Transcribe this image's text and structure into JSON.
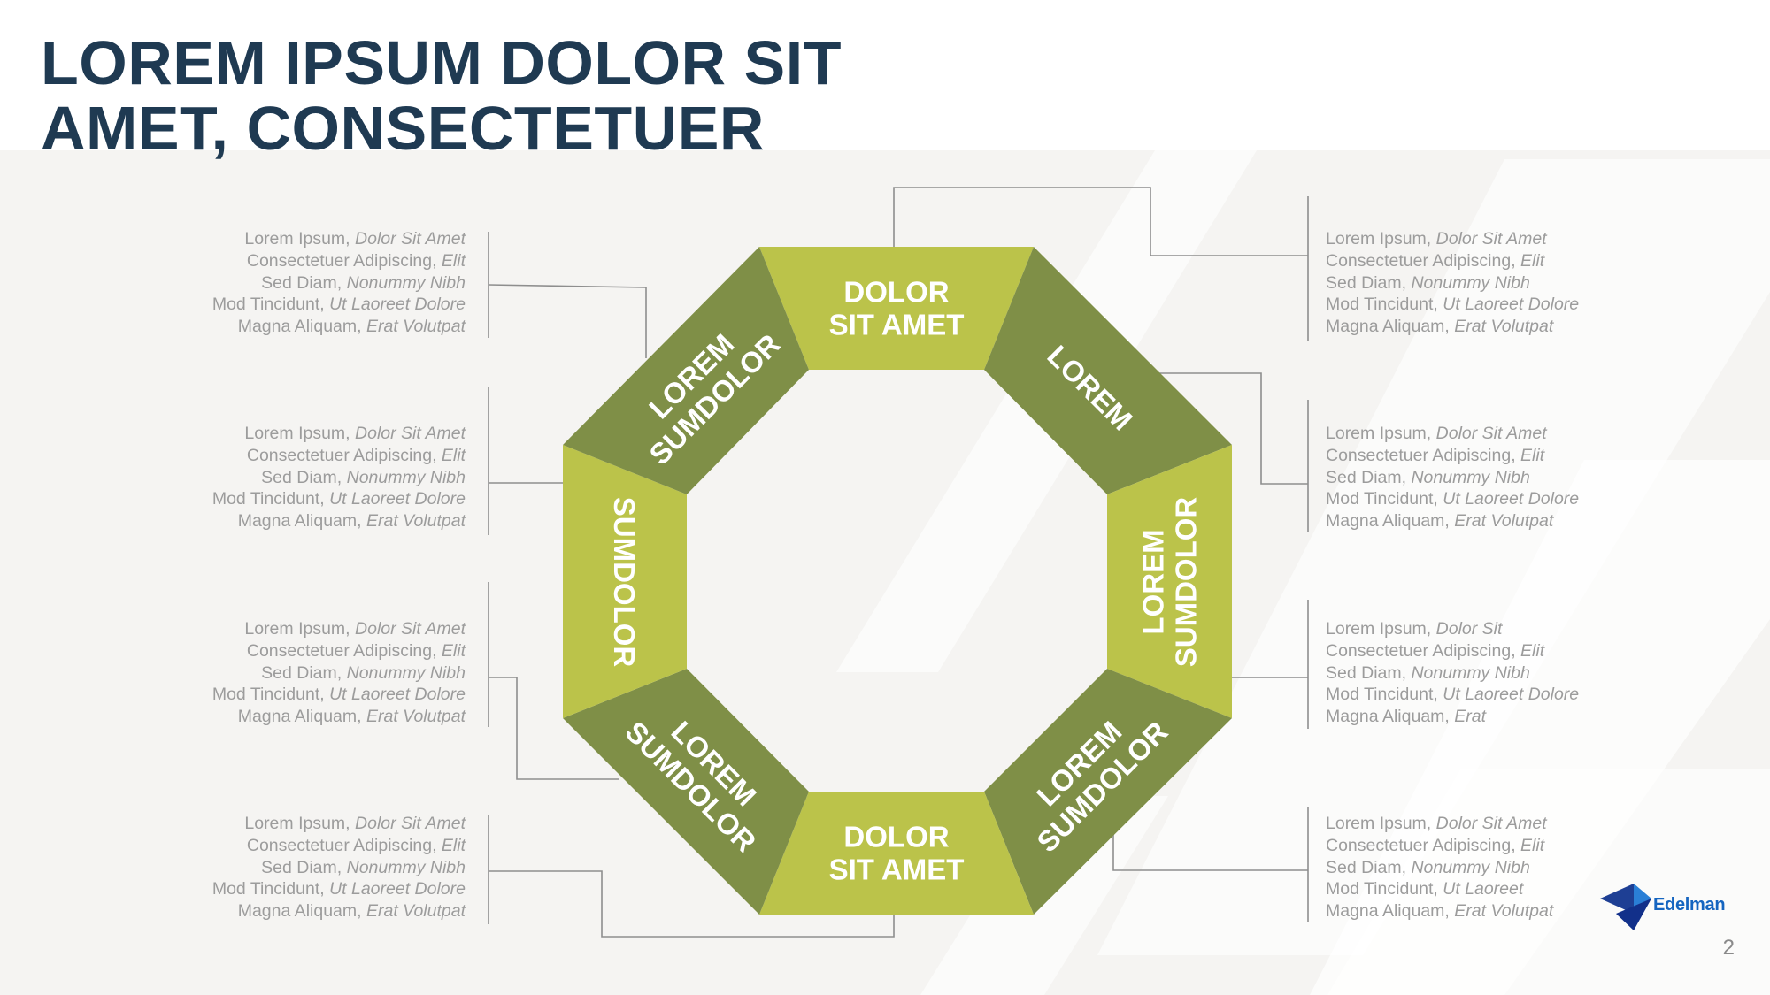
{
  "title": {
    "line1": "LOREM IPSUM DOLOR SIT",
    "line2": "AMET, CONSECTETUER"
  },
  "colors": {
    "title": "#1f3a52",
    "segment_dark": "#7f8f47",
    "segment_light": "#bbc34a",
    "connector": "#8e8e8e",
    "text_gray": "#9c9c9c",
    "background_panel": "#f5f4f2",
    "logo_blue": "#1565c0"
  },
  "octagon": {
    "segments": [
      {
        "id": "top",
        "lines": [
          "DOLOR",
          "SIT AMET"
        ],
        "shade": "light"
      },
      {
        "id": "top-right",
        "lines": [
          "LOREM"
        ],
        "shade": "dark"
      },
      {
        "id": "right",
        "lines": [
          "LOREM",
          "SUMDOLOR"
        ],
        "shade": "light"
      },
      {
        "id": "bottom-right",
        "lines": [
          "LOREM",
          "SUMDOLOR"
        ],
        "shade": "dark"
      },
      {
        "id": "bottom",
        "lines": [
          "DOLOR",
          "SIT AMET"
        ],
        "shade": "light"
      },
      {
        "id": "bottom-left",
        "lines": [
          "LOREM",
          "SUMDOLOR"
        ],
        "shade": "dark"
      },
      {
        "id": "left",
        "lines": [
          "SUMDOLOR"
        ],
        "shade": "light"
      },
      {
        "id": "top-left",
        "lines": [
          "LOREM",
          "SUMDOLOR"
        ],
        "shade": "dark"
      }
    ]
  },
  "left_blocks": [
    {
      "lines": [
        {
          "normal": "Lorem Ipsum, ",
          "italic": "Dolor Sit Amet"
        },
        {
          "normal": "Consectetuer Adipiscing, ",
          "italic": "Elit"
        },
        {
          "normal": "Sed Diam, ",
          "italic": "Nonummy Nibh"
        },
        {
          "normal": "Mod Tincidunt, ",
          "italic": "Ut Laoreet Dolore"
        },
        {
          "normal": "Magna Aliquam, ",
          "italic": "Erat Volutpat"
        }
      ]
    },
    {
      "lines": [
        {
          "normal": "Lorem Ipsum, ",
          "italic": "Dolor Sit Amet"
        },
        {
          "normal": "Consectetuer Adipiscing, ",
          "italic": "Elit"
        },
        {
          "normal": "Sed Diam, ",
          "italic": "Nonummy Nibh"
        },
        {
          "normal": "Mod Tincidunt, ",
          "italic": "Ut Laoreet Dolore"
        },
        {
          "normal": "Magna Aliquam, ",
          "italic": "Erat Volutpat"
        }
      ]
    },
    {
      "lines": [
        {
          "normal": "Lorem Ipsum, ",
          "italic": "Dolor Sit Amet"
        },
        {
          "normal": "Consectetuer Adipiscing, ",
          "italic": "Elit"
        },
        {
          "normal": "Sed Diam, ",
          "italic": "Nonummy Nibh"
        },
        {
          "normal": "Mod Tincidunt, ",
          "italic": "Ut Laoreet Dolore"
        },
        {
          "normal": "Magna Aliquam, ",
          "italic": "Erat Volutpat"
        }
      ]
    },
    {
      "lines": [
        {
          "normal": "Lorem Ipsum, ",
          "italic": "Dolor Sit Amet"
        },
        {
          "normal": "Consectetuer Adipiscing, ",
          "italic": "Elit"
        },
        {
          "normal": "Sed Diam, ",
          "italic": "Nonummy Nibh"
        },
        {
          "normal": "Mod Tincidunt, ",
          "italic": "Ut Laoreet Dolore"
        },
        {
          "normal": "Magna Aliquam, ",
          "italic": "Erat Volutpat"
        }
      ]
    }
  ],
  "right_blocks": [
    {
      "lines": [
        {
          "normal": "Lorem Ipsum, ",
          "italic": "Dolor Sit Amet"
        },
        {
          "normal": "Consectetuer Adipiscing, ",
          "italic": "Elit"
        },
        {
          "normal": "Sed Diam, ",
          "italic": "Nonummy Nibh"
        },
        {
          "normal": "Mod Tincidunt, ",
          "italic": "Ut Laoreet Dolore"
        },
        {
          "normal": "Magna Aliquam, ",
          "italic": "Erat Volutpat"
        }
      ]
    },
    {
      "lines": [
        {
          "normal": "Lorem Ipsum, ",
          "italic": "Dolor Sit Amet"
        },
        {
          "normal": "Consectetuer Adipiscing, ",
          "italic": "Elit"
        },
        {
          "normal": "Sed Diam, ",
          "italic": "Nonummy Nibh"
        },
        {
          "normal": "Mod Tincidunt, ",
          "italic": "Ut Laoreet Dolore"
        },
        {
          "normal": "Magna Aliquam, ",
          "italic": "Erat Volutpat"
        }
      ]
    },
    {
      "lines": [
        {
          "normal": "Lorem Ipsum, ",
          "italic": "Dolor Sit"
        },
        {
          "normal": "Consectetuer Adipiscing, ",
          "italic": "Elit"
        },
        {
          "normal": "Sed Diam, ",
          "italic": "Nonummy Nibh"
        },
        {
          "normal": "Mod Tincidunt, ",
          "italic": "Ut Laoreet Dolore"
        },
        {
          "normal": "Magna Aliquam, ",
          "italic": "Erat"
        }
      ]
    },
    {
      "lines": [
        {
          "normal": "Lorem Ipsum, ",
          "italic": "Dolor Sit Amet"
        },
        {
          "normal": "Consectetuer Adipiscing, ",
          "italic": "Elit"
        },
        {
          "normal": "Sed Diam, ",
          "italic": "Nonummy Nibh"
        },
        {
          "normal": "Mod Tincidunt, ",
          "italic": "Ut Laoreet"
        },
        {
          "normal": "Magna Aliquam, ",
          "italic": "Erat Volutpat"
        }
      ]
    }
  ],
  "logo": {
    "text": "Edelman",
    "icon": "edelman-logo-icon"
  },
  "page_number": "2"
}
